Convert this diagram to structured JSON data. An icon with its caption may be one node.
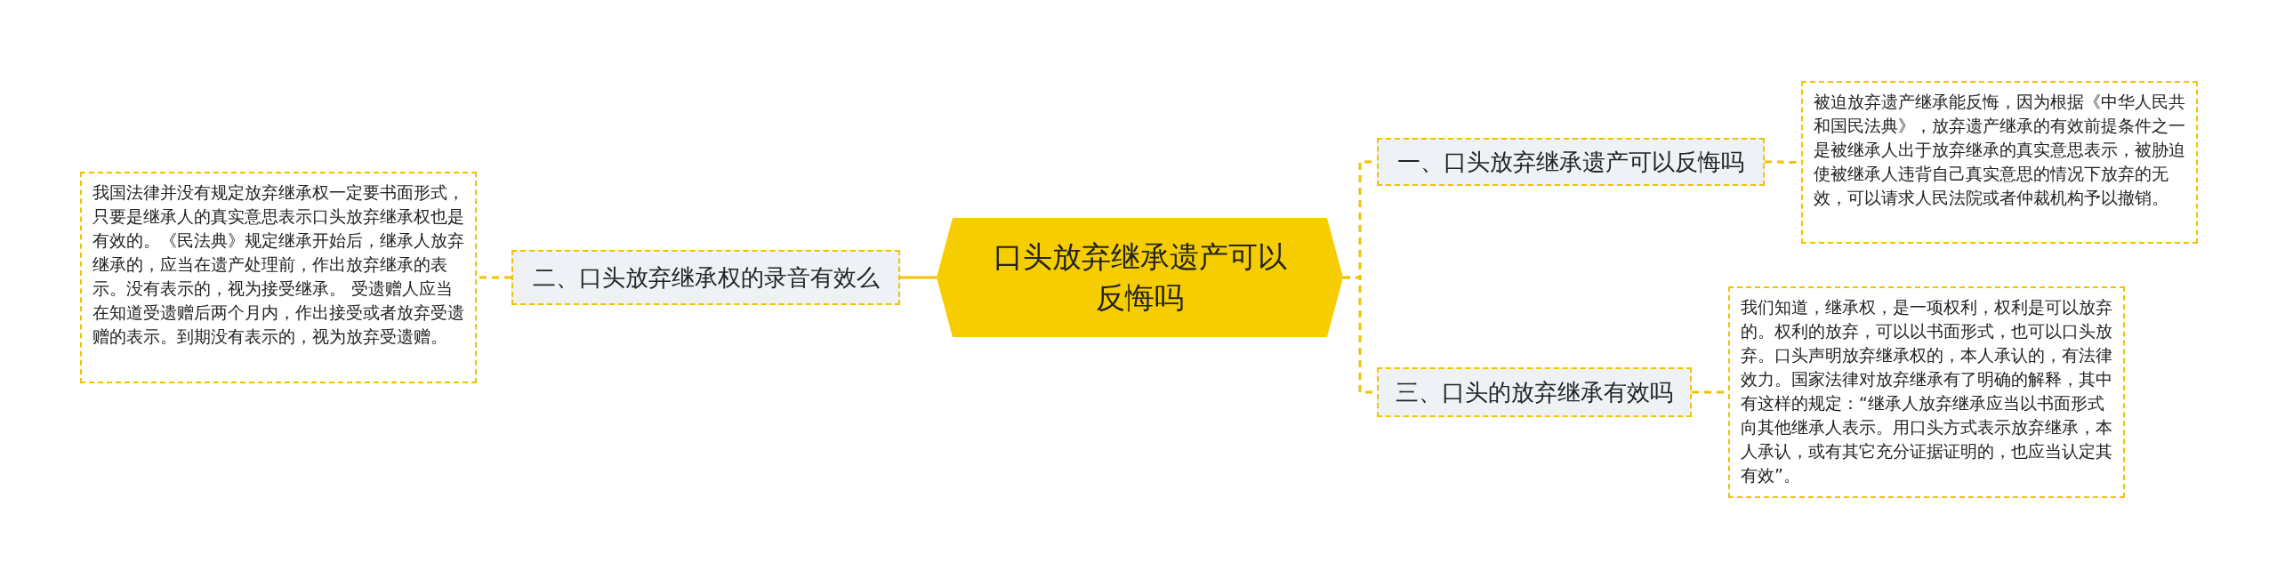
{
  "diagram": {
    "nodes": [
      {
        "text": [
          "口头放弃继承遗产可以反悔吗"
        ]
      },
      {
        "text": [
          "一、口头放弃继承遗产可以反悔吗"
        ]
      },
      {
        "text": [
          "被迫放弃遗产继承能反悔，因为根据《中华人民共和国民法典》，放弃遗产继承的有效前提条件之一是被继承人出于放弃继承的真实意思表示，被胁迫使被继承人违背自己真实意思的情况下放弃的无效，可以请求人民法院或者仲裁机构予以撤销。"
        ]
      },
      {
        "text": [
          "二、口头放弃继承权的录音有效么"
        ]
      },
      {
        "text": [
          "我国法律并没有规定放弃继承权一定要书面形式，只要是继承人的真实意思表示口头放弃继承权也是有效的。《民法典》规定继承开始后，继承人放弃继承的，应当在遗产处理前，作出放弃继承的表示。没有表示的，视为接受继承。 受遗赠人应当在知道受遗赠后两个月内，作出接受或者放弃受遗赠的表示。到期没有表示的，视为放弃受遗赠。"
        ]
      },
      {
        "text": [
          "三、口头的放弃继承有效吗"
        ]
      },
      {
        "text": [
          "我们知道，继承权，是一项权利，权利是可以放弃的。权利的放弃，可以以书面形式，也可以口头放弃。口头声明放弃继承权的，本人承认的，有法律效力。国家法律对放弃继承有了明确的解释，其中有这样的规定：“继承人放弃继承应当以书面形式向其他继承人表示。用口头方式表示放弃继承，本人承认，或有其它充分证据证明的，也应当认定其有效”。"
        ]
      }
    ],
    "edges": [
      {
        "from": 0,
        "to": 1,
        "arrow": "none",
        "style": "dashed"
      },
      {
        "from": 1,
        "to": 2,
        "arrow": "none",
        "style": "dashed"
      },
      {
        "from": 0,
        "to": 3,
        "arrow": "none"
      },
      {
        "from": 3,
        "to": 4,
        "arrow": "none",
        "style": "dashed"
      },
      {
        "from": 0,
        "to": 5,
        "arrow": "none",
        "style": "dashed"
      },
      {
        "from": 5,
        "to": 6,
        "arrow": "none",
        "style": "dashed"
      }
    ]
  }
}
